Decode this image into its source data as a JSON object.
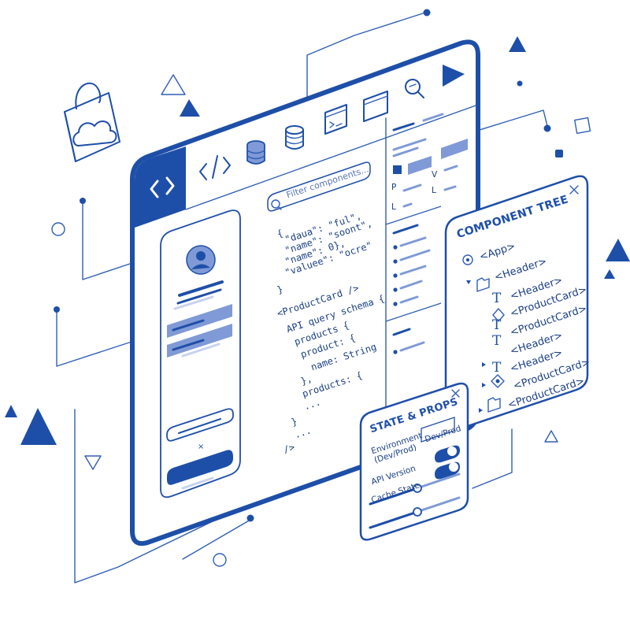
{
  "search": {
    "placeholder": "Filter components..."
  },
  "toolbar": {
    "brand_icon": "code-brackets-icon",
    "icons": [
      "code-icon",
      "database-icon",
      "database-stack-icon",
      "terminal-icon",
      "browser-window-icon",
      "search-zoom-icon",
      "play-icon"
    ]
  },
  "code": {
    "lines": [
      "{",
      "\"daua\": \"ful\",",
      "\"name\": \"soont\",",
      "\"name\": 0},",
      "\"valuee\": \"ocre\"",
      "}",
      "<ProductCard />",
      "API query schema {",
      "products {",
      "product: {",
      "name: String",
      "},",
      "products: {",
      "...",
      "}",
      "...",
      "/>"
    ]
  },
  "mini_panel": {
    "labels": [
      "P",
      "V",
      "L",
      "L"
    ]
  },
  "tree_panel": {
    "title": "COMPONENT TREE",
    "close": "×",
    "items": [
      {
        "label": "<App>",
        "icon": "gear-icon"
      },
      {
        "label": "<Header>",
        "icon": "folder-icon"
      },
      {
        "label": "<Header>",
        "icon": "text-icon"
      },
      {
        "label": "<ProductCard>",
        "icon": "text-icon"
      },
      {
        "label": "<ProductCard>",
        "icon": "diamond-icon"
      },
      {
        "label": "<Header>",
        "icon": "text-icon"
      },
      {
        "label": "<Header>",
        "icon": "text-icon"
      },
      {
        "label": "<ProductCard>",
        "icon": "component-icon"
      },
      {
        "label": "<ProductCard>",
        "icon": "folder-icon"
      }
    ]
  },
  "state_panel": {
    "title": "STATE & PROPS",
    "close": "×",
    "env_label": "Environment (Dev/Prod)",
    "env_value": "Dev/Prod",
    "api_label": "API Version",
    "cache_label": "Cache State"
  },
  "colors": {
    "primary": "#1e4fa8",
    "light": "#6f8fcf",
    "pale": "#c7d3ee",
    "line": "#2f5fb5"
  }
}
